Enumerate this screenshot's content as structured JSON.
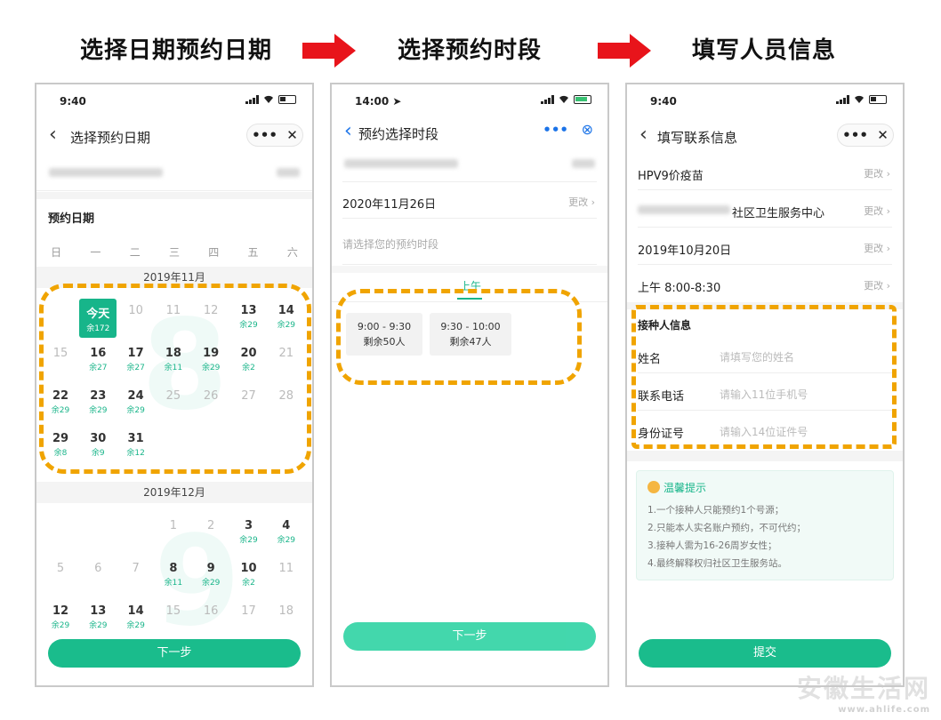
{
  "headings": {
    "step1": "选择日期预约日期",
    "step2": "选择预约时段",
    "step3": "填写人员信息"
  },
  "phone1": {
    "status_time": "9:40",
    "nav_back": "‹",
    "nav_title": "选择预约日期",
    "capsule_more": "•••",
    "capsule_close": "✕",
    "section_label": "预约日期",
    "weekdays": [
      "日",
      "一",
      "二",
      "三",
      "四",
      "五",
      "六"
    ],
    "month_nov": "2019年11月",
    "month_dec": "2019年12月",
    "big_nov": "8",
    "big_dec": "9",
    "nov_cells": [
      {
        "d": "今天",
        "r": "余172",
        "state": "today"
      },
      {
        "d": "10",
        "r": "",
        "state": "off"
      },
      {
        "d": "11",
        "r": "",
        "state": "off"
      },
      {
        "d": "12",
        "r": "",
        "state": "off"
      },
      {
        "d": "13",
        "r": "余29",
        "state": "on"
      },
      {
        "d": "14",
        "r": "余29",
        "state": "on"
      },
      {
        "d": "15",
        "r": "",
        "state": "off"
      },
      {
        "d": "16",
        "r": "余27",
        "state": "on"
      },
      {
        "d": "17",
        "r": "余27",
        "state": "on"
      },
      {
        "d": "18",
        "r": "余11",
        "state": "on"
      },
      {
        "d": "19",
        "r": "余29",
        "state": "on"
      },
      {
        "d": "20",
        "r": "余2",
        "state": "on"
      },
      {
        "d": "21",
        "r": "",
        "state": "off"
      },
      {
        "d": "22",
        "r": "余29",
        "state": "on"
      },
      {
        "d": "23",
        "r": "余29",
        "state": "on"
      },
      {
        "d": "24",
        "r": "余29",
        "state": "on"
      },
      {
        "d": "25",
        "r": "",
        "state": "off"
      },
      {
        "d": "26",
        "r": "",
        "state": "off"
      },
      {
        "d": "27",
        "r": "",
        "state": "off"
      },
      {
        "d": "28",
        "r": "",
        "state": "off"
      },
      {
        "d": "29",
        "r": "余8",
        "state": "on"
      },
      {
        "d": "30",
        "r": "余9",
        "state": "on"
      },
      {
        "d": "31",
        "r": "余12",
        "state": "on"
      }
    ],
    "dec_cells": [
      {
        "d": "1",
        "r": "",
        "state": "off"
      },
      {
        "d": "2",
        "r": "",
        "state": "off"
      },
      {
        "d": "3",
        "r": "余29",
        "state": "on"
      },
      {
        "d": "4",
        "r": "余29",
        "state": "on"
      },
      {
        "d": "5",
        "r": "",
        "state": "off"
      },
      {
        "d": "6",
        "r": "",
        "state": "off"
      },
      {
        "d": "7",
        "r": "",
        "state": "off"
      },
      {
        "d": "8",
        "r": "余11",
        "state": "on"
      },
      {
        "d": "9",
        "r": "余29",
        "state": "on"
      },
      {
        "d": "10",
        "r": "余2",
        "state": "on"
      },
      {
        "d": "11",
        "r": "",
        "state": "off"
      },
      {
        "d": "12",
        "r": "余29",
        "state": "on"
      },
      {
        "d": "13",
        "r": "余29",
        "state": "on"
      },
      {
        "d": "14",
        "r": "余29",
        "state": "on"
      },
      {
        "d": "15",
        "r": "",
        "state": "off"
      },
      {
        "d": "16",
        "r": "",
        "state": "off"
      },
      {
        "d": "17",
        "r": "",
        "state": "off"
      },
      {
        "d": "18",
        "r": "",
        "state": "off"
      }
    ],
    "next_button": "下一步"
  },
  "phone2": {
    "status_time": "14:00 ➤",
    "nav_back": "‹",
    "nav_title": "预约选择时段",
    "capsule_more": "•••",
    "capsule_close": "⊗",
    "date_value": "2020年11月26日",
    "change": "更改 ›",
    "slot_prompt": "请选择您的预约时段",
    "tab_am": "上午",
    "slots": [
      {
        "time": "9:00 - 9:30",
        "remain": "剩余50人"
      },
      {
        "time": "9:30 - 10:00",
        "remain": "剩余47人"
      }
    ],
    "next_button": "下一步"
  },
  "phone3": {
    "status_time": "9:40",
    "nav_back": "‹",
    "nav_title": "填写联系信息",
    "capsule_more": "•••",
    "capsule_close": "✕",
    "vaccine": "HPV9价疫苗",
    "center_suffix": "社区卫生服务中心",
    "date": "2019年10月20日",
    "time": "上午 8:00-8:30",
    "change": "更改 ›",
    "info_title": "接种人信息",
    "fields": [
      {
        "label": "姓名",
        "placeholder": "请填写您的姓名"
      },
      {
        "label": "联系电话",
        "placeholder": "请输入11位手机号"
      },
      {
        "label": "身份证号",
        "placeholder": "请输入14位证件号"
      }
    ],
    "tips_title": "温馨提示",
    "tips": [
      "1.一个接种人只能预约1个号源；",
      "2.只能本人实名账户预约，不可代约；",
      "3.接种人需为16-26周岁女性；",
      "4.最终解释权归社区卫生服务站。"
    ],
    "submit_button": "提交"
  },
  "watermark": {
    "text": "安徽生活网",
    "url": "www.ahlife.com"
  },
  "colors": {
    "accent": "#17b58a",
    "highlight_dash": "#f0a400",
    "arrow": "#e8141b"
  }
}
